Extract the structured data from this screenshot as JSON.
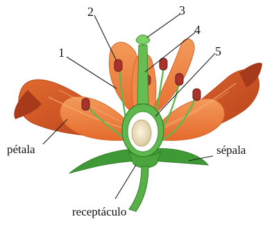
{
  "labels": {
    "n1": "1",
    "n2": "2",
    "n3": "3",
    "n4": "4",
    "n5": "5",
    "petal": "pétala",
    "sepal": "sépala",
    "receptacle": "receptáculo"
  },
  "colors": {
    "petal": "#ee7a3a",
    "petal_dark": "#c94a22",
    "petal_light": "#f6a46a",
    "stem_green": "#58b046",
    "leaf_green": "#3f9a35",
    "anther": "#a8332a",
    "ovule": "#efe3c2"
  }
}
